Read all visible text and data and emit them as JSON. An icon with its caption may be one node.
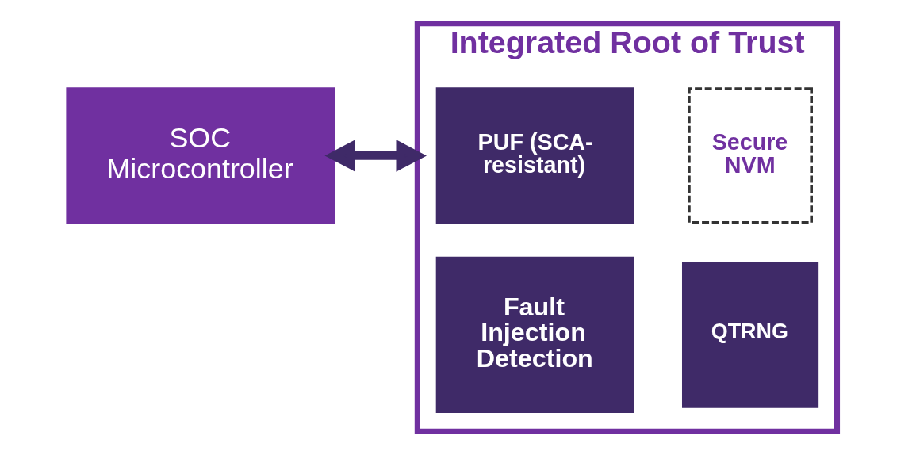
{
  "diagram": {
    "nodes": [
      {
        "text": [
          "SOC Microcontroller"
        ]
      },
      {
        "text": [
          "Integrated Root of Trust"
        ]
      },
      {
        "text": [
          "PUF (SCA-resistant)"
        ],
        "in": 1
      },
      {
        "text": [
          "Secure NVM"
        ],
        "in": 1
      },
      {
        "text": [
          "Fault Injection Detection"
        ],
        "in": 1
      },
      {
        "text": [
          "QTRNG"
        ],
        "in": 1
      }
    ],
    "edges": [
      {
        "from": 0,
        "to": 1,
        "arrow": "both"
      }
    ]
  }
}
